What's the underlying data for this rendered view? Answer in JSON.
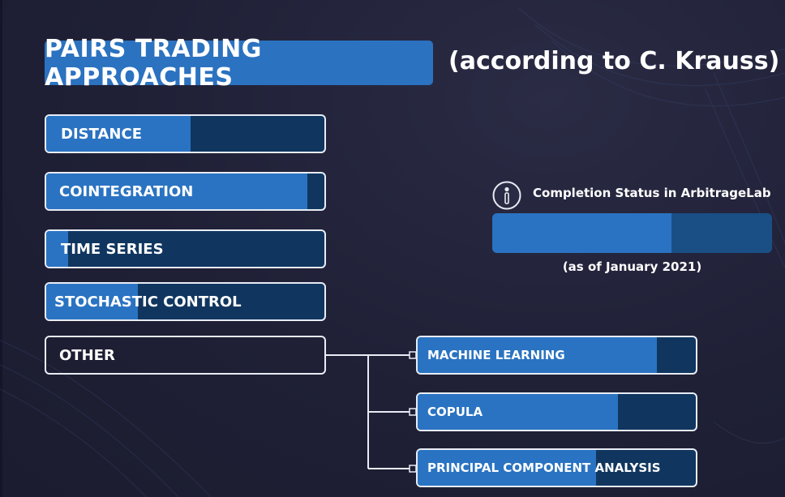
{
  "title": {
    "main": "PAIRS TRADING APPROACHES",
    "suffix": "(according to C. Krauss)"
  },
  "approaches": [
    {
      "label": "DISTANCE",
      "completion": 0.52
    },
    {
      "label": "COINTEGRATION",
      "completion": 0.94
    },
    {
      "label": "TIME SERIES",
      "completion": 0.08
    },
    {
      "label": "STOCHASTIC CONTROL",
      "completion": 0.33
    },
    {
      "label": "OTHER",
      "completion": 0
    }
  ],
  "other_children": [
    {
      "label": "MACHINE LEARNING",
      "completion": 0.86
    },
    {
      "label": "COPULA",
      "completion": 0.72
    },
    {
      "label": "PRINCIPAL COMPONENT ANALYSIS",
      "completion": 0.64
    }
  ],
  "status": {
    "icon": "info-icon",
    "label": "Completion Status in ArbitrageLab",
    "completion": 0.64,
    "date_note": "(as of January 2021)"
  },
  "colors": {
    "background": "#1f2036",
    "bar_fill": "#2a73c2",
    "bar_track": "#103660",
    "bar_border": "#e8ecf4",
    "text": "#ffffff"
  }
}
